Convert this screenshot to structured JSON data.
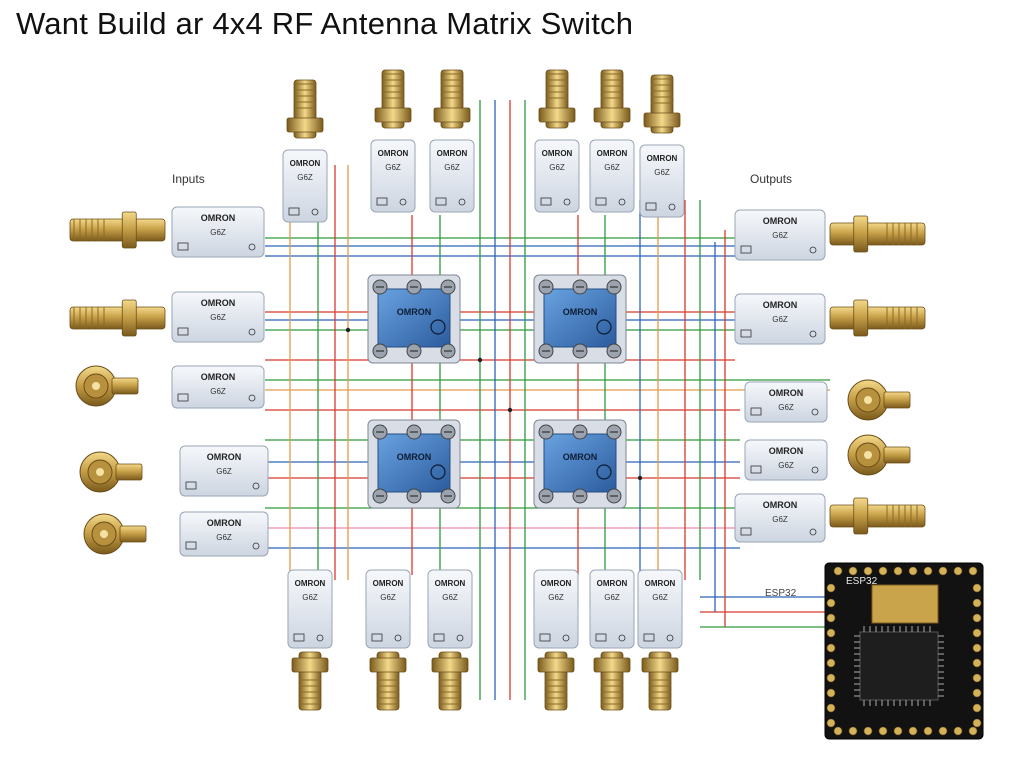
{
  "title": "Want Build ar 4x4 RF Antenna Matrix Switch",
  "labels": {
    "inputs": "Inputs",
    "outputs": "Outputs",
    "esp32": "ESP32"
  },
  "relay_brand": "OMRON",
  "relay_model": "G6Z",
  "colors": {
    "brass": "#c9a24a",
    "relay_body": "#e4e9f1",
    "crosspoint_plate": "#3b78c0",
    "pcb": "#111111",
    "wire_red": "#d83a2e",
    "wire_green": "#2f9a3c",
    "wire_blue": "#2c63b8",
    "wire_orange": "#e39a4a",
    "wire_pink": "#e98aa8"
  }
}
